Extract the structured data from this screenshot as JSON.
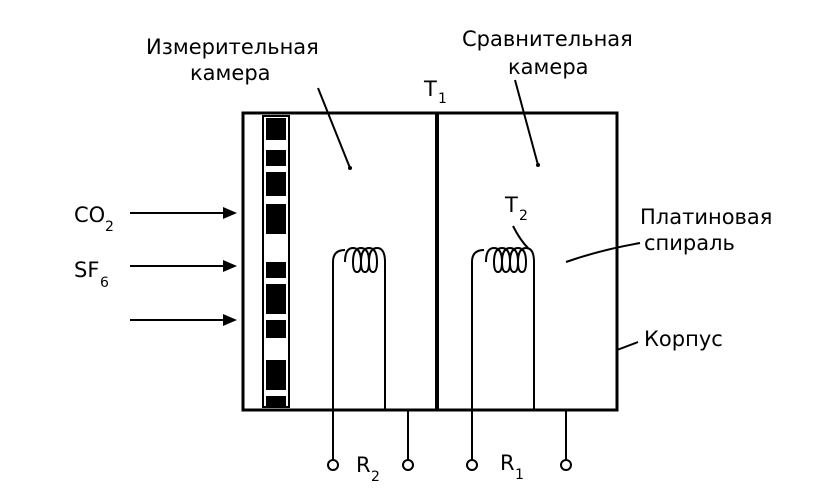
{
  "labels": {
    "measuring_chamber_1": "Измерительная",
    "measuring_chamber_2": "камера",
    "reference_chamber_1": "Сравнительная",
    "reference_chamber_2": "камера",
    "t1": "T",
    "t1_sub": "1",
    "t2": "T",
    "t2_sub": "2",
    "platinum_spiral_1": "Платиновая",
    "platinum_spiral_2": "спираль",
    "housing": "Корпус",
    "co2": "CO",
    "co2_sub": "2",
    "sf6": "SF",
    "sf6_sub": "6",
    "r2": "R",
    "r2_sub": "2",
    "r1": "R",
    "r1_sub": "1"
  }
}
